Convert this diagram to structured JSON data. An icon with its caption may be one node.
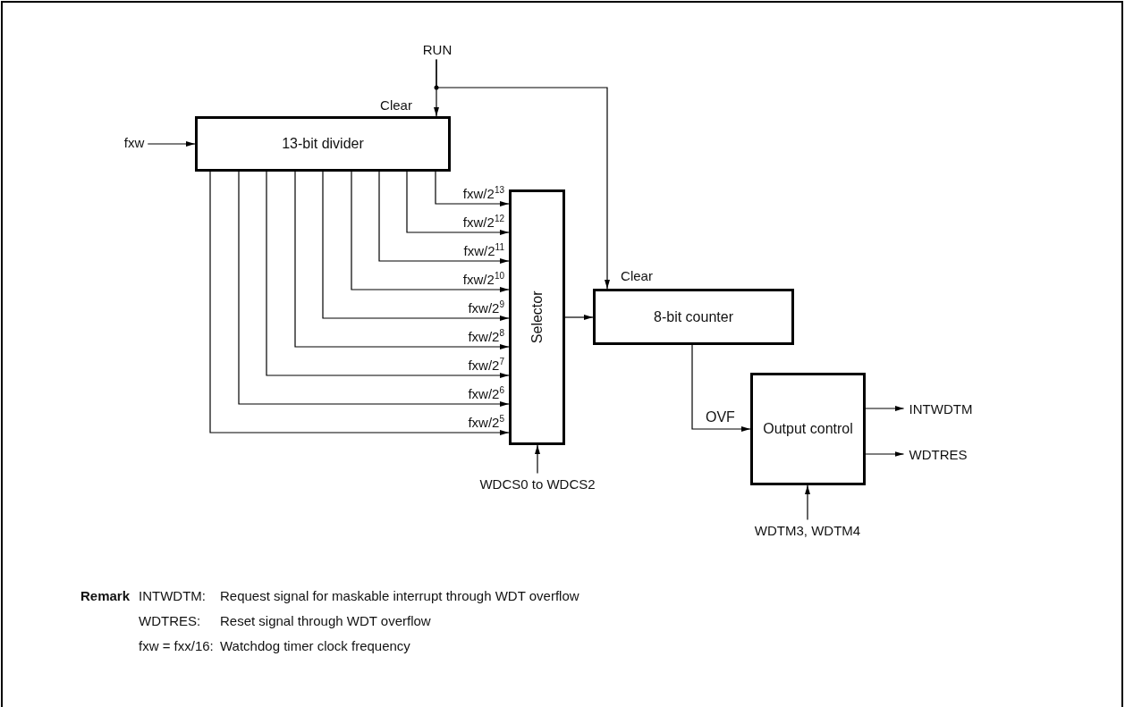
{
  "diagram": {
    "nodes": [
      {
        "text": [
          "RUN"
        ]
      },
      {
        "text": [
          "13-bit divider"
        ],
        "beside": [
          "Clear"
        ]
      },
      {
        "text": [
          "fxw"
        ]
      },
      {
        "text": [
          "Selector"
        ]
      },
      {
        "text": [
          "8-bit counter"
        ],
        "beside": [
          "Clear"
        ]
      },
      {
        "text": [
          "Output control"
        ]
      },
      {
        "text": [
          "WDCS0 to WDCS2"
        ]
      },
      {
        "text": [
          "WDTM3, WDTM4"
        ]
      },
      {
        "text": [
          "INTWDTM"
        ]
      },
      {
        "text": [
          "WDTRES"
        ]
      }
    ],
    "edges": [
      {
        "from": 0,
        "to": 1,
        "arrow": "to"
      },
      {
        "from": 0,
        "to": 4,
        "arrow": "to"
      },
      {
        "from": 2,
        "to": 1,
        "arrow": "to"
      },
      {
        "from": 1,
        "to": 3,
        "arrow": "to",
        "label": "fxw/2$^{13}$"
      },
      {
        "from": 1,
        "to": 3,
        "arrow": "to",
        "label": "fxw/2$^{12}$"
      },
      {
        "from": 1,
        "to": 3,
        "arrow": "to",
        "label": "fxw/2$^{11}$"
      },
      {
        "from": 1,
        "to": 3,
        "arrow": "to",
        "label": "fxw/2$^{10}$"
      },
      {
        "from": 1,
        "to": 3,
        "arrow": "to",
        "label": "fxw/2$^{9}$"
      },
      {
        "from": 1,
        "to": 3,
        "arrow": "to",
        "label": "fxw/2$^{8}$"
      },
      {
        "from": 1,
        "to": 3,
        "arrow": "to",
        "label": "fxw/2$^{7}$"
      },
      {
        "from": 1,
        "to": 3,
        "arrow": "to",
        "label": "fxw/2$^{6}$"
      },
      {
        "from": 1,
        "to": 3,
        "arrow": "to",
        "label": "fxw/2$^{5}$"
      },
      {
        "from": 3,
        "to": 4,
        "arrow": "to"
      },
      {
        "from": 4,
        "to": 5,
        "arrow": "to",
        "label": "OVF"
      },
      {
        "from": 6,
        "to": 3,
        "arrow": "to"
      },
      {
        "from": 7,
        "to": 5,
        "arrow": "to"
      },
      {
        "from": 5,
        "to": 8,
        "arrow": "to"
      },
      {
        "from": 5,
        "to": 9,
        "arrow": "to"
      }
    ],
    "labels": [
      "Remark",
      "INTWDTM:",
      "Request signal for maskable interrupt through WDT overflow",
      "WDTRES:",
      "Reset signal through WDT overflow",
      "fxw = fxx/16:",
      "Watchdog timer clock frequency"
    ]
  }
}
